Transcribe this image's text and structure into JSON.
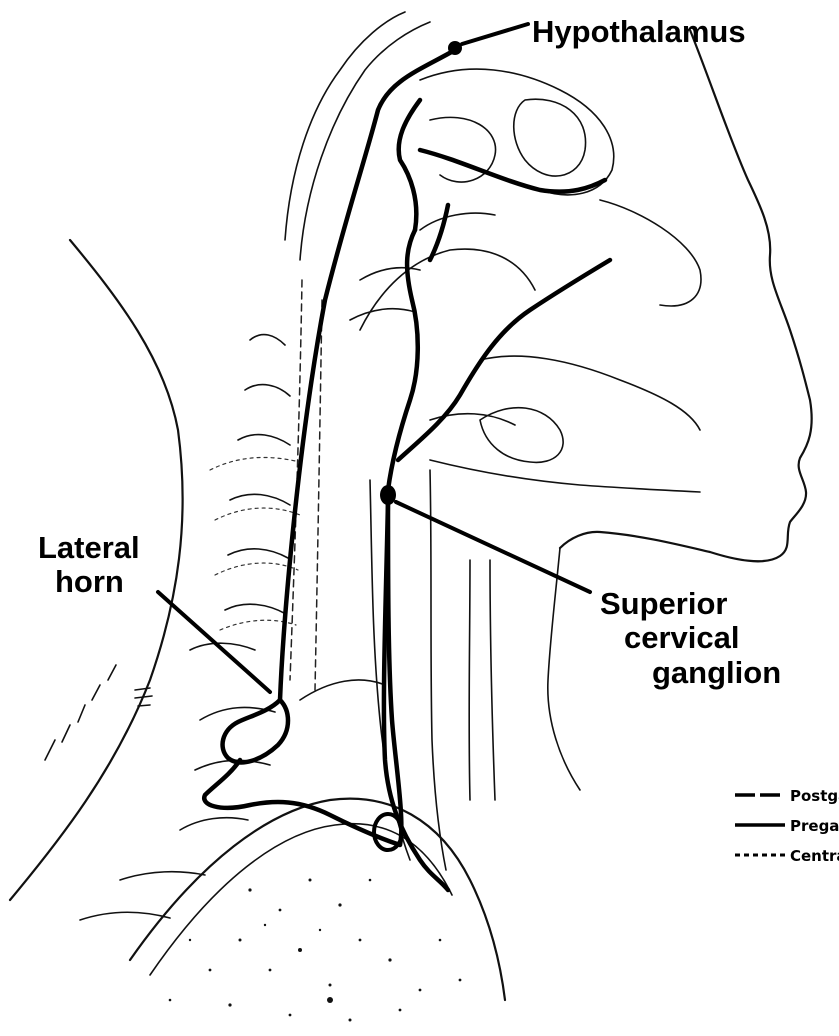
{
  "labels": {
    "hypothalamus": "Hypothalamus",
    "lateral_horn_line1": "Lateral",
    "lateral_horn_line2": "horn",
    "superior_cervical_ganglion_line1": "Superior",
    "superior_cervical_ganglion_line2": "cervical",
    "superior_cervical_ganglion_line3": "ganglion"
  },
  "legend": {
    "items": [
      {
        "label": "Postganglionic",
        "line_style": "long-dash"
      },
      {
        "label": "Preganglionic",
        "line_style": "solid"
      },
      {
        "label": "Central",
        "line_style": "short-dash"
      }
    ]
  },
  "colors": {
    "ink": "#000000",
    "background": "#ffffff"
  }
}
